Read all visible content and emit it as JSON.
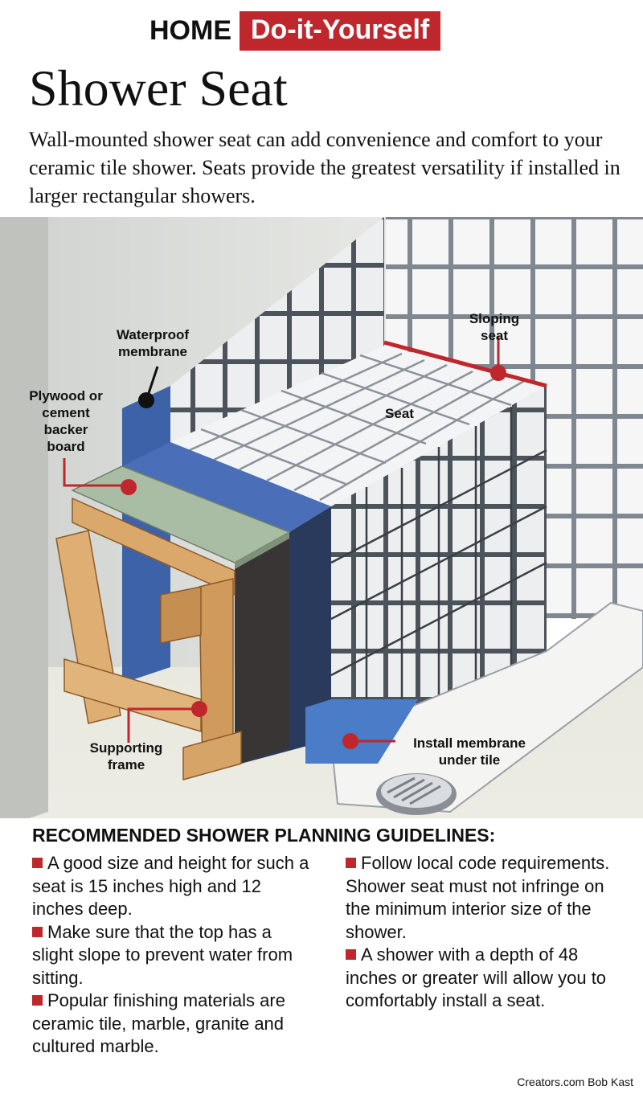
{
  "header": {
    "brand_home": "HOME",
    "brand_section": "Do-it-Yourself",
    "title": "Shower Seat",
    "subtitle": "Wall-mounted shower seat can add convenience and comfort to your ceramic tile shower. Seats provide the greatest versatility if installed in larger rectangular showers."
  },
  "diagram": {
    "labels": {
      "waterproof_membrane": [
        "Waterproof",
        "membrane"
      ],
      "backer_board": [
        "Plywood or",
        "cement",
        "backer",
        "board"
      ],
      "sloping_seat": [
        "Sloping",
        "seat"
      ],
      "seat": "Seat",
      "supporting_frame": [
        "Supporting",
        "frame"
      ],
      "install_membrane": [
        "Install membrane",
        "under tile"
      ]
    }
  },
  "guidelines": {
    "title": "RECOMMENDED SHOWER PLANNING GUIDELINES:",
    "left": [
      "A good size and height for such a seat is 15 inches high and 12 inches deep.",
      "Make sure that the top has a slight slope to prevent water from sitting.",
      "Popular finishing materials are ceramic tile, marble, granite and cultured marble."
    ],
    "right": [
      "Follow local code requirements. Shower seat must not infringe on the minimum interior size of the shower.",
      "A shower with a depth of 48 inches or greater will allow you to comfortably install a seat."
    ]
  },
  "credit": "Creators.com Bob Kast",
  "colors": {
    "accent_red": "#c0272d",
    "membrane_blue": "#4a6fb8",
    "backer_green": "#9fb59a",
    "wood": "#d9a86a",
    "tile": "#f2f2f2",
    "grout": "#9aa0a8"
  }
}
